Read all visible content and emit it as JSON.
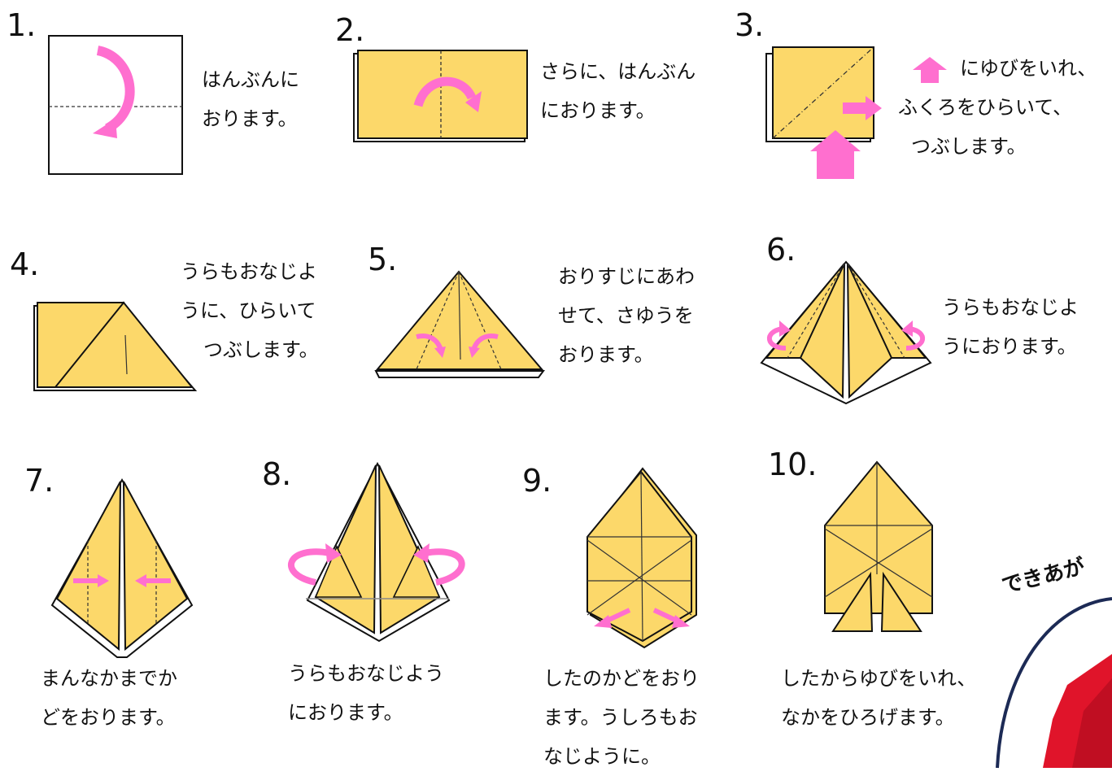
{
  "colors": {
    "paper": "#fcd86a",
    "arrow": "#ff6fcf",
    "outline": "#111111",
    "finished_crane": "#e0142a",
    "frame": "#1c2a55"
  },
  "steps": [
    {
      "number": "1.",
      "lines": [
        "はんぶんに",
        "おります。"
      ]
    },
    {
      "number": "2.",
      "lines": [
        "さらに、はんぶん",
        "におります。"
      ]
    },
    {
      "number": "3.",
      "lines": [
        "にゆびをいれ、",
        "ふくろをひらいて、",
        "つぶします。"
      ]
    },
    {
      "number": "4.",
      "lines": [
        "うらもおなじよ",
        "うに、ひらいて",
        "つぶします。"
      ]
    },
    {
      "number": "5.",
      "lines": [
        "おりすじにあわ",
        "せて、さゆうを",
        "おります。"
      ]
    },
    {
      "number": "6.",
      "lines": [
        "うらもおなじよ",
        "うにおります。"
      ]
    },
    {
      "number": "7.",
      "lines": [
        "まんなかまでか",
        "どをおります。"
      ]
    },
    {
      "number": "8.",
      "lines": [
        "うらもおなじよう",
        "におります。"
      ]
    },
    {
      "number": "9.",
      "lines": [
        "したのかどをおり",
        "ます。うしろもお",
        "なじように。"
      ]
    },
    {
      "number": "10.",
      "lines": [
        "したからゆびをいれ、",
        "なかをひろげます。"
      ]
    }
  ],
  "finished": {
    "label": "できあが"
  }
}
